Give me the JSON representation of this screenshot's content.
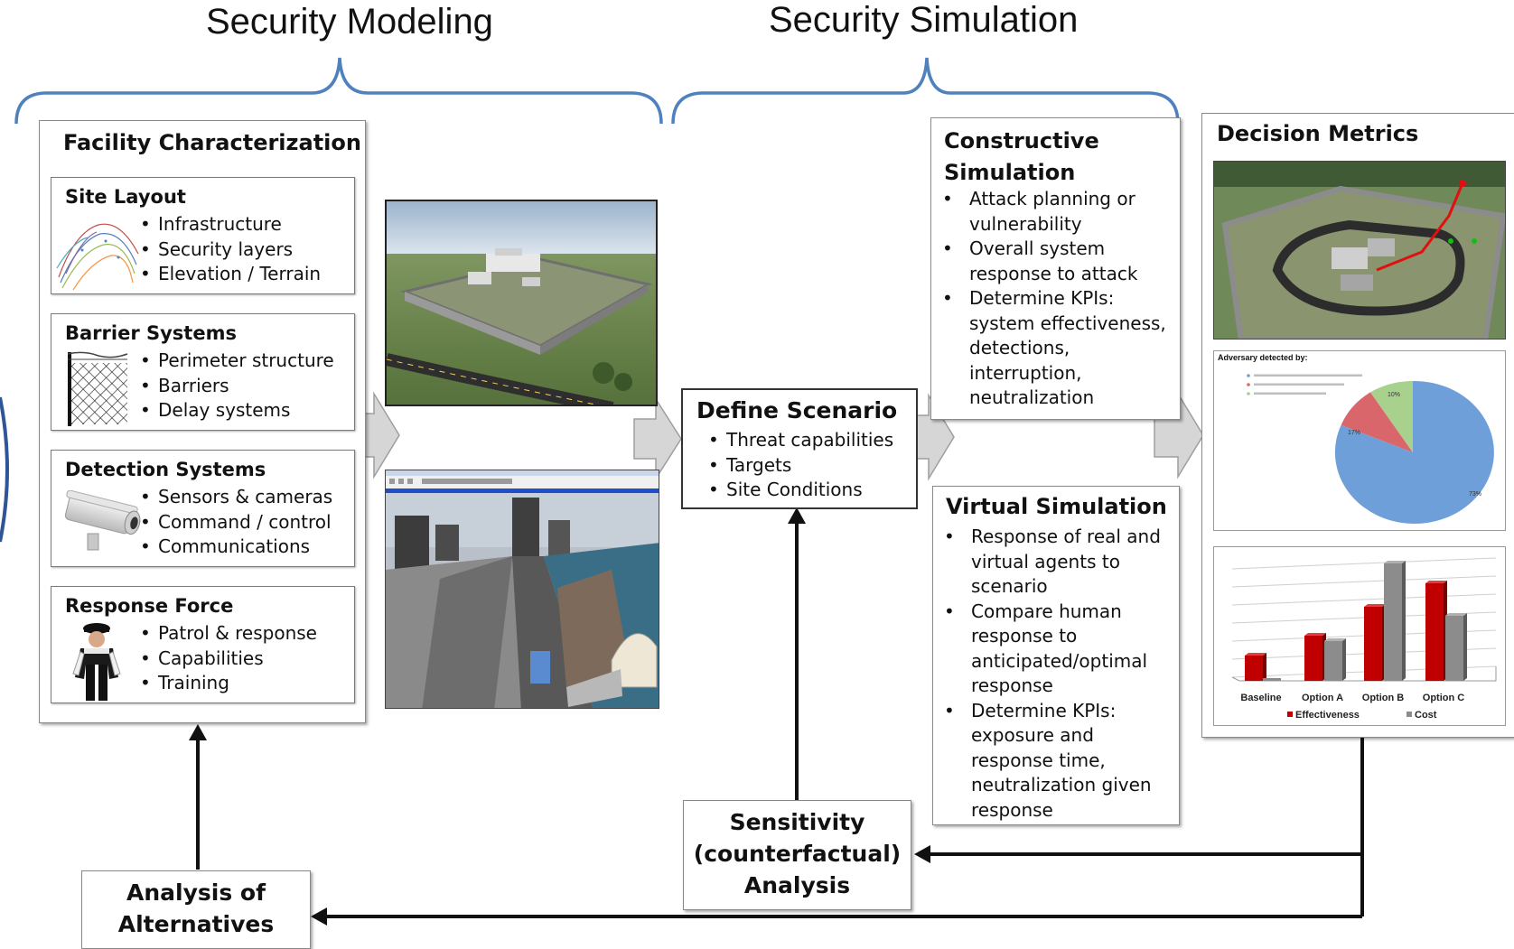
{
  "headers": {
    "modeling": "Security Modeling",
    "simulation": "Security Simulation"
  },
  "facility": {
    "title": "Facility Characterization",
    "sections": [
      {
        "title": "Site Layout",
        "items": [
          "Infrastructure",
          "Security layers",
          "Elevation / Terrain"
        ]
      },
      {
        "title": "Barrier Systems",
        "items": [
          "Perimeter structure",
          "Barriers",
          "Delay systems"
        ]
      },
      {
        "title": "Detection Systems",
        "items": [
          "Sensors & cameras",
          "Command / control",
          "Communications"
        ]
      },
      {
        "title": "Response Force",
        "items": [
          "Patrol & response",
          "Capabilities",
          "Training"
        ]
      }
    ]
  },
  "scenario": {
    "title": "Define Scenario",
    "items": [
      "Threat capabilities",
      "Targets",
      "Site Conditions"
    ]
  },
  "constructive": {
    "title_line1": "Constructive",
    "title_line2": "Simulation",
    "items": [
      "Attack planning or vulnerability",
      "Overall system response to attack",
      "Determine KPIs: system effectiveness, detections, interruption, neutralization"
    ]
  },
  "virtual": {
    "title": "Virtual Simulation",
    "items": [
      "Response of real and virtual agents to scenario",
      "Compare human response to anticipated/optimal response",
      "Determine KPIs: exposure and response time, neutralization given response"
    ]
  },
  "metrics": {
    "title": "Decision Metrics",
    "pie_title": "Adversary detected by:",
    "pie_labels": [
      "10%",
      "17%",
      "73%"
    ],
    "bar_categories": [
      "Baseline",
      "Option A",
      "Option B",
      "Option C"
    ],
    "bar_legend": [
      "Effectiveness",
      "Cost"
    ],
    "colors": {
      "red": "#c00000",
      "gray": "#8c8c8c",
      "pie_blue": "#6f9fd8",
      "pie_red": "#d9666a",
      "pie_green": "#a9d18e"
    }
  },
  "sensitivity": {
    "line1": "Sensitivity",
    "line2": "(counterfactual)",
    "line3": "Analysis"
  },
  "alternatives": {
    "line1": "Analysis of",
    "line2": "Alternatives"
  },
  "colors": {
    "brace": "#4f81bd",
    "arrow_fill": "#d6d6d6",
    "line": "#111111"
  }
}
